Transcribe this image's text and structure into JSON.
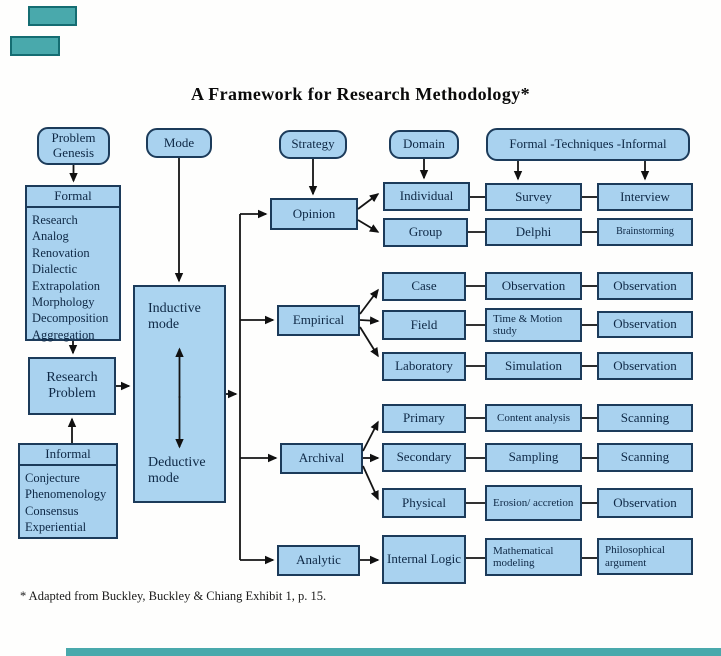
{
  "title": "A Framework for Research Methodology*",
  "footnote": "* Adapted from Buckley, Buckley & Chiang Exhibit 1, p. 15.",
  "colors": {
    "box_fill": "#a9d2ef",
    "box_border": "#1c3b5a",
    "line": "#141414",
    "artifact_teal": "#49a9ac"
  },
  "headers": {
    "problem_genesis": "Problem Genesis",
    "mode": "Mode",
    "strategy": "Strategy",
    "domain": "Domain",
    "techniques": "Formal -Techniques -Informal"
  },
  "formal_panel": {
    "title": "Formal",
    "items": [
      "Research",
      "Analog",
      "Renovation",
      "Dialectic",
      "Extrapolation",
      "Morphology",
      "Decomposition",
      "Aggregation"
    ]
  },
  "informal_panel": {
    "title": "Informal",
    "items": [
      "Conjecture",
      "Phenomenology",
      "Consensus",
      "Experiential"
    ]
  },
  "research_problem": "Research Problem",
  "mode_box": {
    "top": "Inductive mode",
    "bottom": "Deductive mode"
  },
  "groups": [
    {
      "strategy": "Opinion",
      "rows": [
        {
          "domain": "Individual",
          "formal": "Survey",
          "informal": "Interview"
        },
        {
          "domain": "Group",
          "formal": "Delphi",
          "informal": "Brainstorming"
        }
      ]
    },
    {
      "strategy": "Empirical",
      "rows": [
        {
          "domain": "Case",
          "formal": "Observation",
          "informal": "Observation"
        },
        {
          "domain": "Field",
          "formal": "Time & Motion study",
          "informal": "Observation"
        },
        {
          "domain": "Laboratory",
          "formal": "Simulation",
          "informal": "Observation"
        }
      ]
    },
    {
      "strategy": "Archival",
      "rows": [
        {
          "domain": "Primary",
          "formal": "Content analysis",
          "informal": "Scanning"
        },
        {
          "domain": "Secondary",
          "formal": "Sampling",
          "informal": "Scanning"
        },
        {
          "domain": "Physical",
          "formal": "Erosion/ accretion",
          "informal": "Observation"
        }
      ]
    },
    {
      "strategy": "Analytic",
      "rows": [
        {
          "domain": "Internal Logic",
          "formal": "Mathematical modeling",
          "informal": "Philosophical argument"
        }
      ]
    }
  ]
}
